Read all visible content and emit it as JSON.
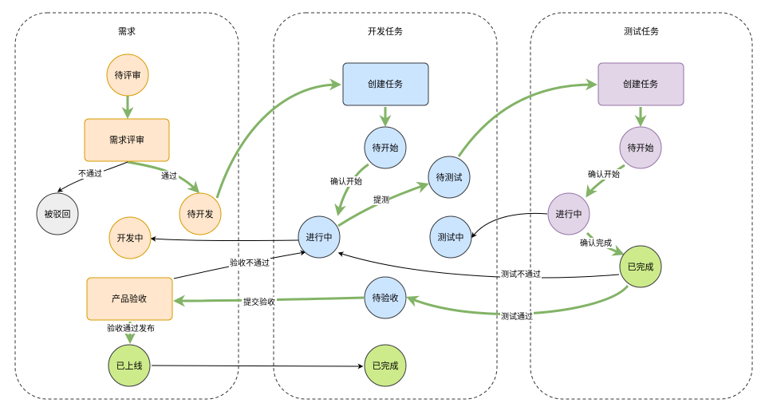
{
  "lanes": {
    "requirements": {
      "title": "需求"
    },
    "dev": {
      "title": "开发任务"
    },
    "test": {
      "title": "测试任务"
    }
  },
  "colors": {
    "green_arrow": "#82b366",
    "black_arrow": "#000000",
    "orange_fill": "#ffe6cc",
    "orange_stroke": "#d79b00",
    "blue_fill": "#cce5ff",
    "blue_stroke": "#36393d",
    "purple_fill": "#e1d5e7",
    "purple_stroke": "#9673a6",
    "green_fill": "#cdeb8b",
    "gray_fill": "#eeeeee"
  },
  "nodes": {
    "req_pending_review": "待评审",
    "req_review": "需求评审",
    "req_rejected": "被驳回",
    "req_pending_dev": "待开发",
    "req_developing": "开发中",
    "req_acceptance": "产品验收",
    "req_online": "已上线",
    "dev_create": "创建任务",
    "dev_pending_start": "待开始",
    "dev_in_progress": "进行中",
    "dev_pending_test": "待测试",
    "dev_pending_accept": "待验收",
    "dev_done": "已完成",
    "test_create": "创建任务",
    "test_pending_start": "待开始",
    "test_in_progress": "进行中",
    "test_testing": "测试中",
    "test_done": "已完成"
  },
  "edges": {
    "not_passed": "不通过",
    "passed": "通过",
    "confirm_start_dev": "确认开始",
    "submit_test": "提测",
    "accept_not_passed": "验收不通过",
    "submit_accept": "提交验收",
    "accept_passed_release": "验收通过发布",
    "confirm_start_test": "确认开始",
    "confirm_done": "确认完成",
    "test_not_passed": "测试不通过",
    "test_passed": "测试通过"
  }
}
